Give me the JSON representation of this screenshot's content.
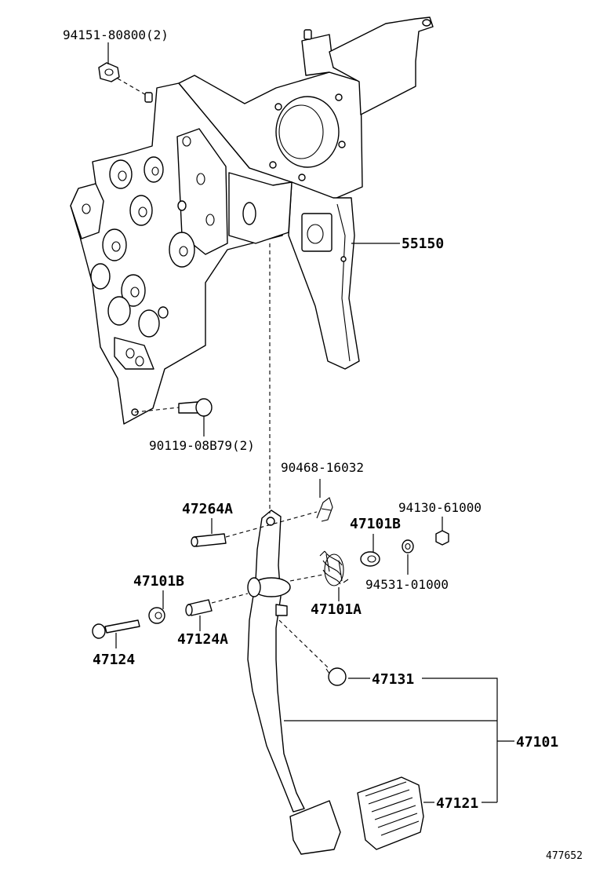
{
  "diagram": {
    "drawing_number": "477652",
    "parts": [
      {
        "id": "p1",
        "label": "94151-80800(2)",
        "description": "nut"
      },
      {
        "id": "p2",
        "label": "55150",
        "description": "pedal bracket"
      },
      {
        "id": "p3",
        "label": "90119-08B79(2)",
        "description": "bolt"
      },
      {
        "id": "p4",
        "label": "90468-16032",
        "description": "clip"
      },
      {
        "id": "p5",
        "label": "47264A",
        "description": "pin"
      },
      {
        "id": "p6",
        "label": "94130-61000",
        "description": "nut"
      },
      {
        "id": "p7",
        "label": "47101B",
        "description": "bushing"
      },
      {
        "id": "p8",
        "label": "94531-01000",
        "description": "washer"
      },
      {
        "id": "p9",
        "label": "47101B",
        "description": "bushing"
      },
      {
        "id": "p10",
        "label": "47101A",
        "description": "return spring"
      },
      {
        "id": "p11",
        "label": "47124A",
        "description": "collar"
      },
      {
        "id": "p12",
        "label": "47124",
        "description": "bolt"
      },
      {
        "id": "p13",
        "label": "47131",
        "description": "stopper cushion"
      },
      {
        "id": "p14",
        "label": "47101",
        "description": "pedal sub-assembly"
      },
      {
        "id": "p15",
        "label": "47121",
        "description": "pedal pad"
      }
    ]
  }
}
